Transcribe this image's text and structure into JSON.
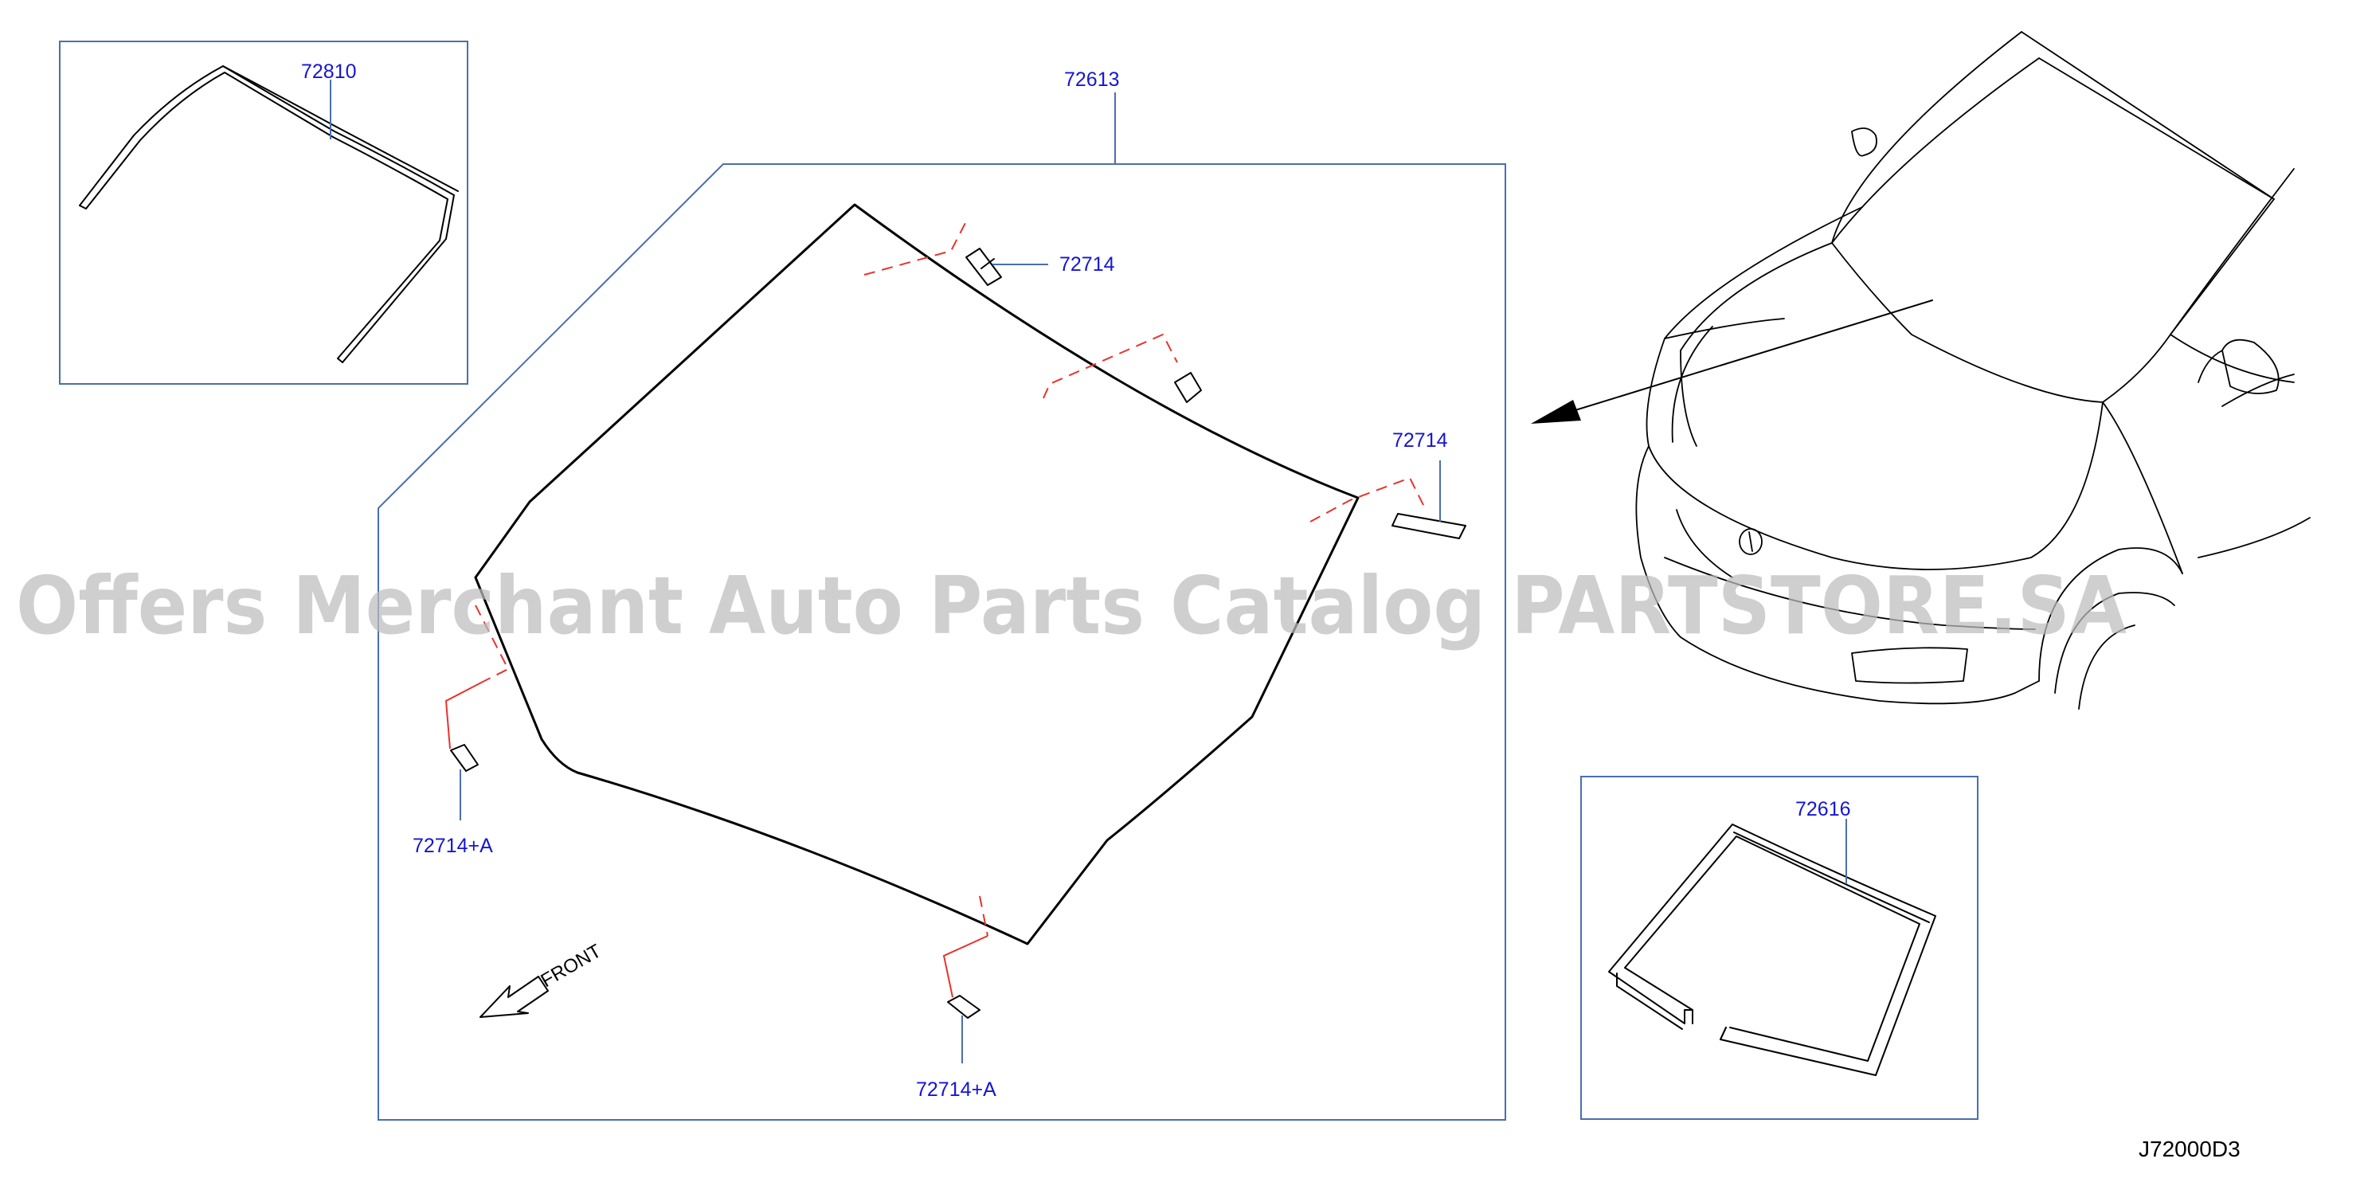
{
  "colors": {
    "callout": "#1515d4",
    "frame": "#4a6fae",
    "leader": "#4a6fae",
    "clip_leader": "#e8332b",
    "line_art": "#000000",
    "watermark": "#bdbdbd"
  },
  "parts": {
    "windshield": "72613",
    "upper_molding": "72810",
    "dam_rubber": "72616",
    "clip_upper_a": "72714",
    "clip_upper_b": "72714",
    "clip_lower_left": "72714+A",
    "clip_lower_bottom": "72714+A"
  },
  "front_indicator": "FRONT",
  "diagram_code": "J72000D3",
  "watermark": "Offers Merchant Auto Parts Catalog PARTSTORE.SA"
}
